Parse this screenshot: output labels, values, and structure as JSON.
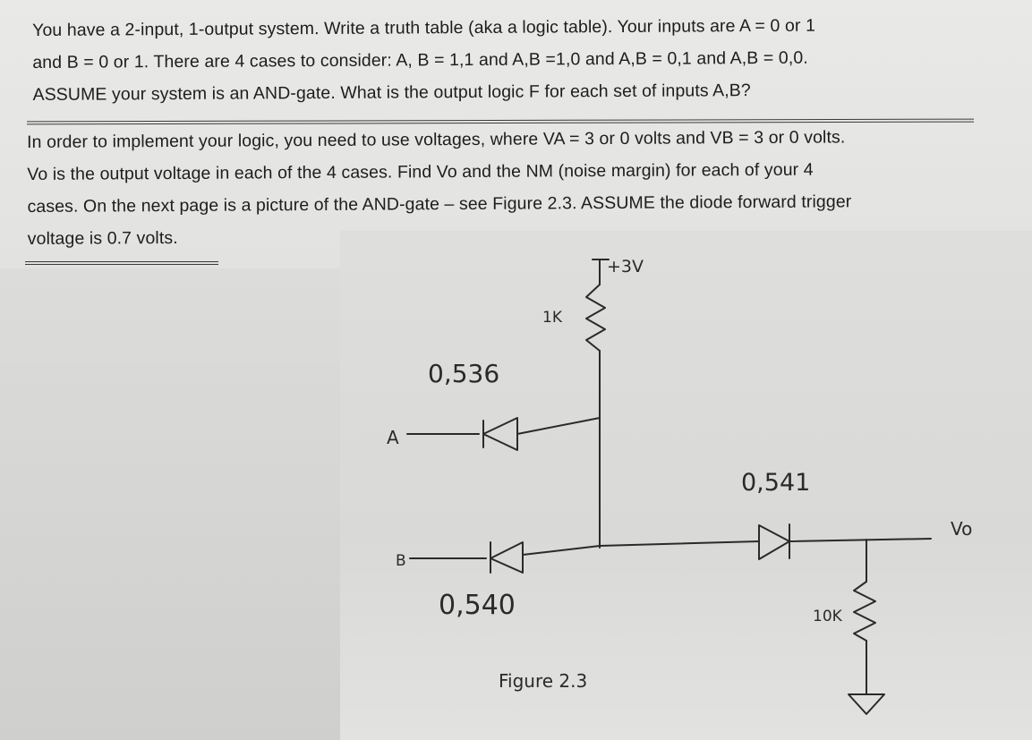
{
  "problem": {
    "part1_lines": [
      "You have a 2-input, 1-output system. Write a truth table (aka a logic table). Your inputs are A = 0 or 1",
      "and B = 0 or 1. There are 4 cases to consider: A, B = 1,1 and A,B =1,0 and A,B = 0,1 and A,B = 0,0.",
      "ASSUME your system is an AND-gate. What is the output logic F for each set of inputs A,B?"
    ],
    "part2_lines": [
      "In order to implement your logic, you need to use voltages, where VA = 3 or 0 volts and VB = 3 or 0 volts.",
      "Vo is the output voltage in each of the 4 cases. Find Vo and the NM (noise margin) for each of your 4",
      "cases. On the next page is a picture of the AND-gate – see Figure 2.3. ASSUME the diode forward trigger",
      "voltage is 0.7 volts."
    ]
  },
  "circuit": {
    "supply_label": "+3V",
    "pullup_resistor_label": "1K",
    "diode_a_annotation": "0,536",
    "input_a_label": "A",
    "input_b_label": "B",
    "diode_b_annotation": "0,540",
    "output_diode_annotation": "0,541",
    "output_label": "Vo",
    "load_resistor_label": "10K",
    "figure_caption": "Figure 2.3"
  }
}
